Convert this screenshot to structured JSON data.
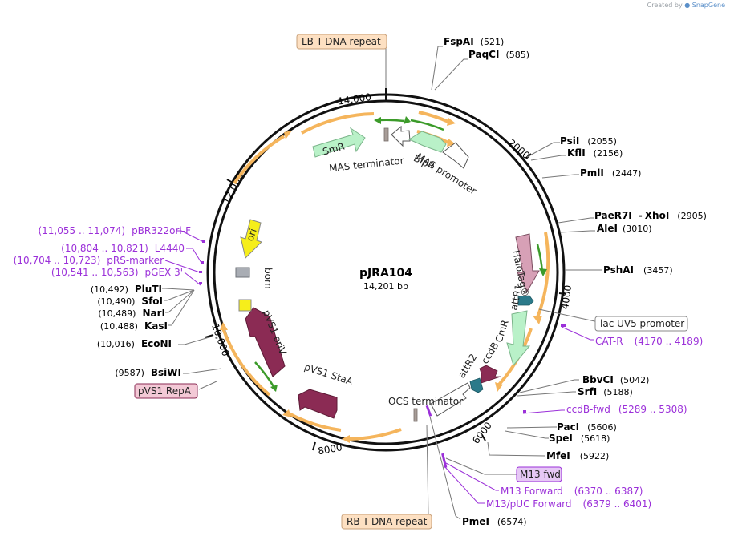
{
  "credit": {
    "prefix": "Created by",
    "brand": "SnapGene"
  },
  "plasmid": {
    "name": "pJRA104",
    "size": "14,201 bp"
  },
  "ticks": [
    "2000",
    "4000",
    "6000",
    "8000",
    "10,000",
    "12,000",
    "14,000"
  ],
  "boxed_labels": {
    "lb": "LB T-DNA repeat",
    "rb": "RB T-DNA repeat",
    "lac": "lac UV5 promoter",
    "m13fwd": "M13 fwd",
    "repa": "pVS1 RepA"
  },
  "enzymes": [
    {
      "name": "FspAI",
      "pos": "(521)"
    },
    {
      "name": "PaqCI",
      "pos": "(585)"
    },
    {
      "name": "PsiI",
      "pos": "(2055)"
    },
    {
      "name": "KflI",
      "pos": "(2156)"
    },
    {
      "name": "PmlI",
      "pos": "(2447)"
    },
    {
      "name": "PaeR7I",
      "name2": "XhoI",
      "sep": "-",
      "pos": "(2905)"
    },
    {
      "name": "AleI",
      "pos": "(3010)"
    },
    {
      "name": "PshAI",
      "pos": "(3457)"
    },
    {
      "name": "BbvCI",
      "pos": "(5042)"
    },
    {
      "name": "SrfI",
      "pos": "(5188)"
    },
    {
      "name": "PacI",
      "pos": "(5606)"
    },
    {
      "name": "SpeI",
      "pos": "(5618)"
    },
    {
      "name": "MfeI",
      "pos": "(5922)"
    },
    {
      "name": "PmeI",
      "pos": "(6574)"
    },
    {
      "name": "BsiWI",
      "pos": "(9587)"
    },
    {
      "name": "EcoNI",
      "pos": "(10,016)"
    },
    {
      "name": "KasI",
      "pos": "(10,488)"
    },
    {
      "name": "NarI",
      "pos": "(10,489)"
    },
    {
      "name": "SfoI",
      "pos": "(10,490)"
    },
    {
      "name": "PluTI",
      "pos": "(10,492)"
    }
  ],
  "primers": [
    {
      "name": "CAT-R",
      "pos": "(4170 .. 4189)"
    },
    {
      "name": "ccdB-fwd",
      "pos": "(5289 .. 5308)"
    },
    {
      "name": "M13 Forward",
      "pos": "(6370 .. 6387)"
    },
    {
      "name": "M13/pUC Forward",
      "pos": "(6379 .. 6401)"
    },
    {
      "name": "pGEX 3'",
      "pos": "(10,541 .. 10,563)"
    },
    {
      "name": "pRS-marker",
      "pos": "(10,704 .. 10,723)"
    },
    {
      "name": "L4440",
      "pos": "(10,804 .. 10,821)"
    },
    {
      "name": "pBR322ori-F",
      "pos": "(11,055 .. 11,074)"
    }
  ],
  "features": {
    "smr": "SmR",
    "mas_term": "MAS terminator",
    "blpr": "BlpR",
    "mas_prom": "MAS promoter",
    "halotag": "HaloTag®",
    "attr1": "attR1",
    "cmr": "CmR",
    "ccdb": "ccdB",
    "attr2": "attR2",
    "ocs_term": "OCS terminator",
    "ori": "ori",
    "bom": "bom",
    "pvs1_oriv": "pVS1 oriV",
    "pvs1_staa": "pVS1 StaA"
  },
  "colors": {
    "primer": "#9b30d9",
    "orf": "#f5b55c",
    "orf_stroke": "#c98a2a",
    "green": "#3c9b2a",
    "smr": "#b9f1c8",
    "halotag": "#d7a0b6",
    "staa": "#8b2b54",
    "attr": "#2b7a8a",
    "ori": "#f6ee1b",
    "bom": "#a9adb4",
    "box_peach": "#fde0c2",
    "box_pink": "#f3c9d6",
    "box_violet": "#e6c8f5"
  }
}
